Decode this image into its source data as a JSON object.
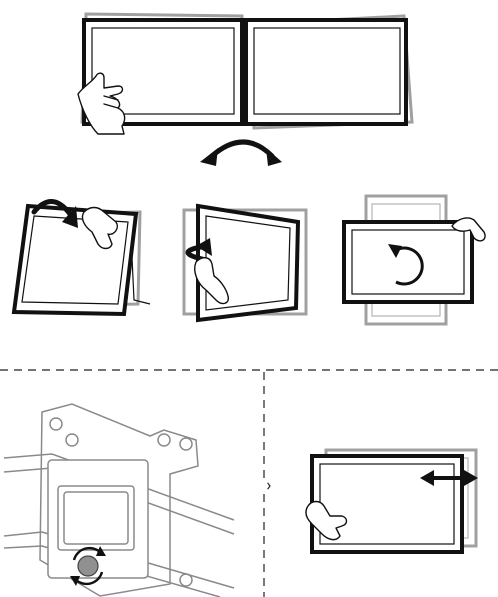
{
  "diagram": {
    "panels": [
      "dual-monitor-tilt-overview",
      "tilt-back",
      "swivel",
      "rotate-pivot",
      "vesa-mount-knob",
      "slide-horizontal"
    ],
    "icons": [
      "curved-double-arrow",
      "tilt-arrow",
      "swivel-arrow",
      "rotate-circle-arrow",
      "knob-rotate-arrow",
      "horizontal-double-arrow"
    ],
    "colors": {
      "line": "#111111",
      "ghost": "#a0a0a0",
      "mount": "#8a8a8a",
      "knob": "#909090"
    }
  }
}
